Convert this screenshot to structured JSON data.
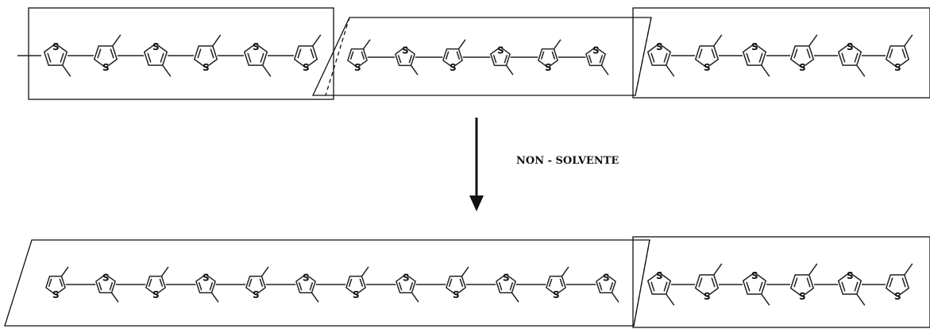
{
  "diagram": {
    "arrow_label": "NON - SOLVENTE",
    "atom_symbol": "S",
    "top_chain": {
      "segments": [
        {
          "name": "twisted-left",
          "ring_count": 6
        },
        {
          "name": "planar-middle",
          "ring_count": 6
        },
        {
          "name": "twisted-right",
          "ring_count": 6
        }
      ]
    },
    "bottom_chain": {
      "segments": [
        {
          "name": "planar-long",
          "ring_count": 12
        },
        {
          "name": "twisted-right",
          "ring_count": 6
        }
      ]
    }
  }
}
